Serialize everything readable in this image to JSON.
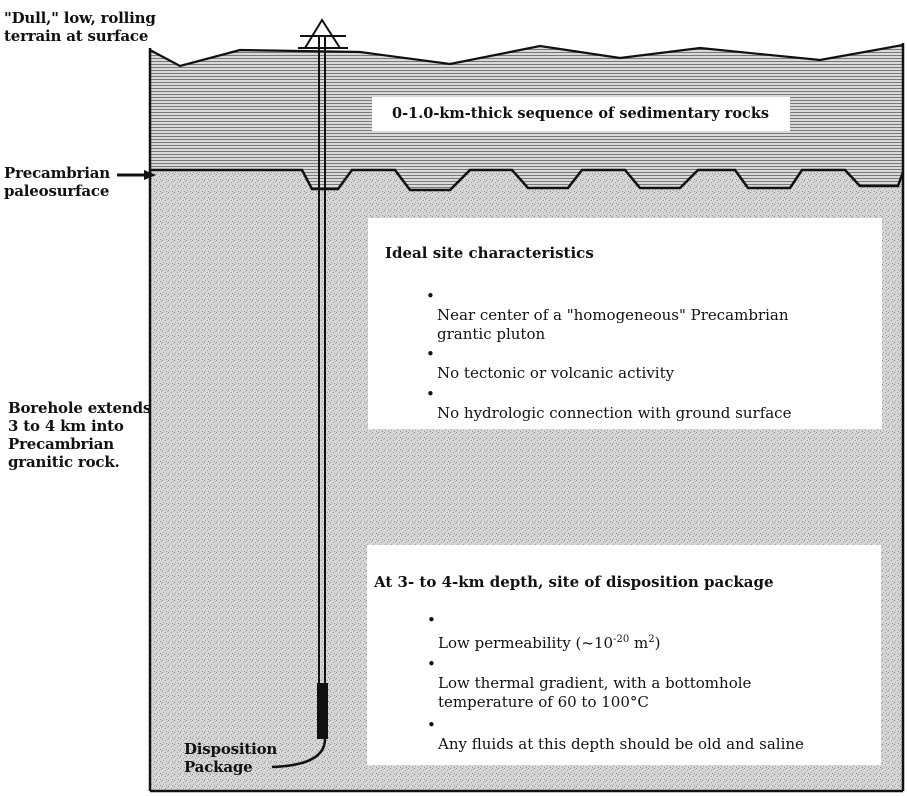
{
  "labels": {
    "surface": "\"Dull,\" low, rolling\nterrain at surface",
    "paleosurface": "Precambrian\npaleosurface",
    "borehole": "Borehole extends\n3 to 4 km into\nPrecambrian\ngranitic rock.",
    "package": "Disposition\nPackage"
  },
  "sediment_label": "0-1.0-km-thick sequence of sedimentary rocks",
  "ideal_box": {
    "title": "Ideal site characteristics",
    "items": [
      "Near center of a \"homogeneous\" Precambrian\ngrantic pluton",
      "No tectonic or volcanic activity",
      "No hydrologic connection with ground surface"
    ]
  },
  "depth_box": {
    "title": "At 3- to 4-km depth, site of disposition package",
    "item1_prefix": "Low  permeability (~10",
    "item1_exp": "-20",
    "item1_mid": " m",
    "item1_exp2": "2",
    "item1_suffix": ")",
    "items": [
      "Low thermal gradient, with a bottomhole\ntemperature of 60 to 100°C",
      "Any fluids at this depth should be old and saline"
    ]
  },
  "bullet_char": "•"
}
